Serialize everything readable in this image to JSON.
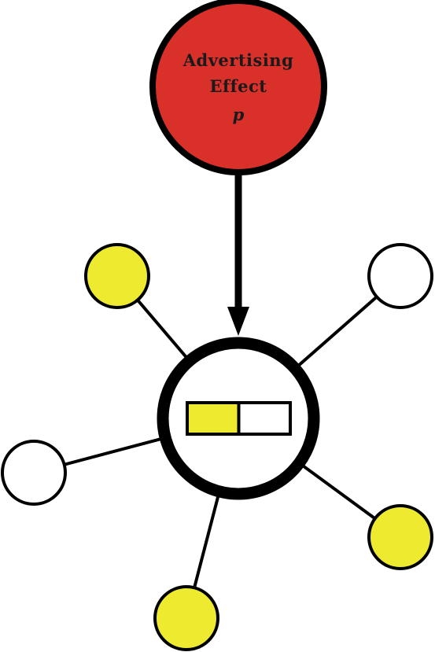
{
  "source_node": {
    "line1": "Advertising",
    "line2": "Effect",
    "variable": "p",
    "color": "#d9302a"
  },
  "neighbor_colors": {
    "adopted": "#eeea30",
    "not_adopted": "#ffffff"
  },
  "neighbors": [
    {
      "state": "adopted"
    },
    {
      "state": "not_adopted"
    },
    {
      "state": "not_adopted"
    },
    {
      "state": "adopted"
    },
    {
      "state": "adopted"
    }
  ],
  "center_bar": {
    "adopted_fraction": 0.5
  }
}
